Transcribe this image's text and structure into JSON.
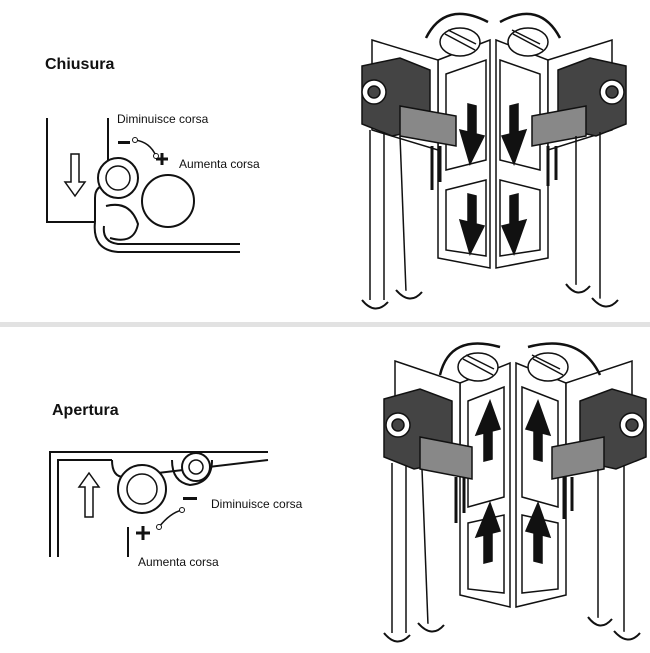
{
  "closing": {
    "title": "Chiusura",
    "decrease_label": "Diminuisce corsa",
    "increase_label": "Aumenta corsa"
  },
  "opening": {
    "title": "Apertura",
    "decrease_label": "Diminuisce corsa",
    "increase_label": "Aumenta corsa"
  }
}
